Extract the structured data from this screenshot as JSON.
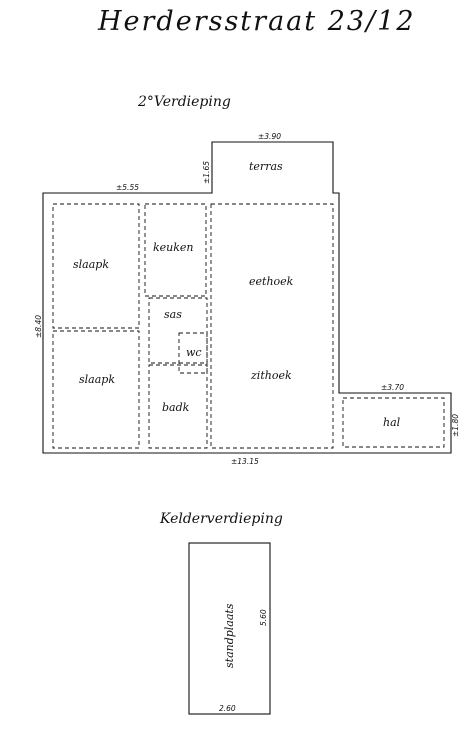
{
  "title": "Herdersstraat  23/12",
  "floor2": {
    "label": "2°Verdieping",
    "rooms": {
      "terras": "terras",
      "slaapk1": "slaapk",
      "slaapk2": "slaapk",
      "keuken": "keuken",
      "sas": "sas",
      "wc": "wc",
      "badk": "badk",
      "eethoek": "eethoek",
      "zithoek": "zithoek",
      "hal": "hal"
    },
    "dims": {
      "terras_width": "±3.90",
      "terras_height": "±1.65",
      "left_width": "±5.55",
      "height": "±8.40",
      "hal_width": "±3.70",
      "hal_height": "±1.80",
      "total_width": "±13.15"
    }
  },
  "basement": {
    "label": "Kelderverdieping",
    "room": "standplaats",
    "dims": {
      "length": "5.60",
      "width": "2.60"
    }
  }
}
